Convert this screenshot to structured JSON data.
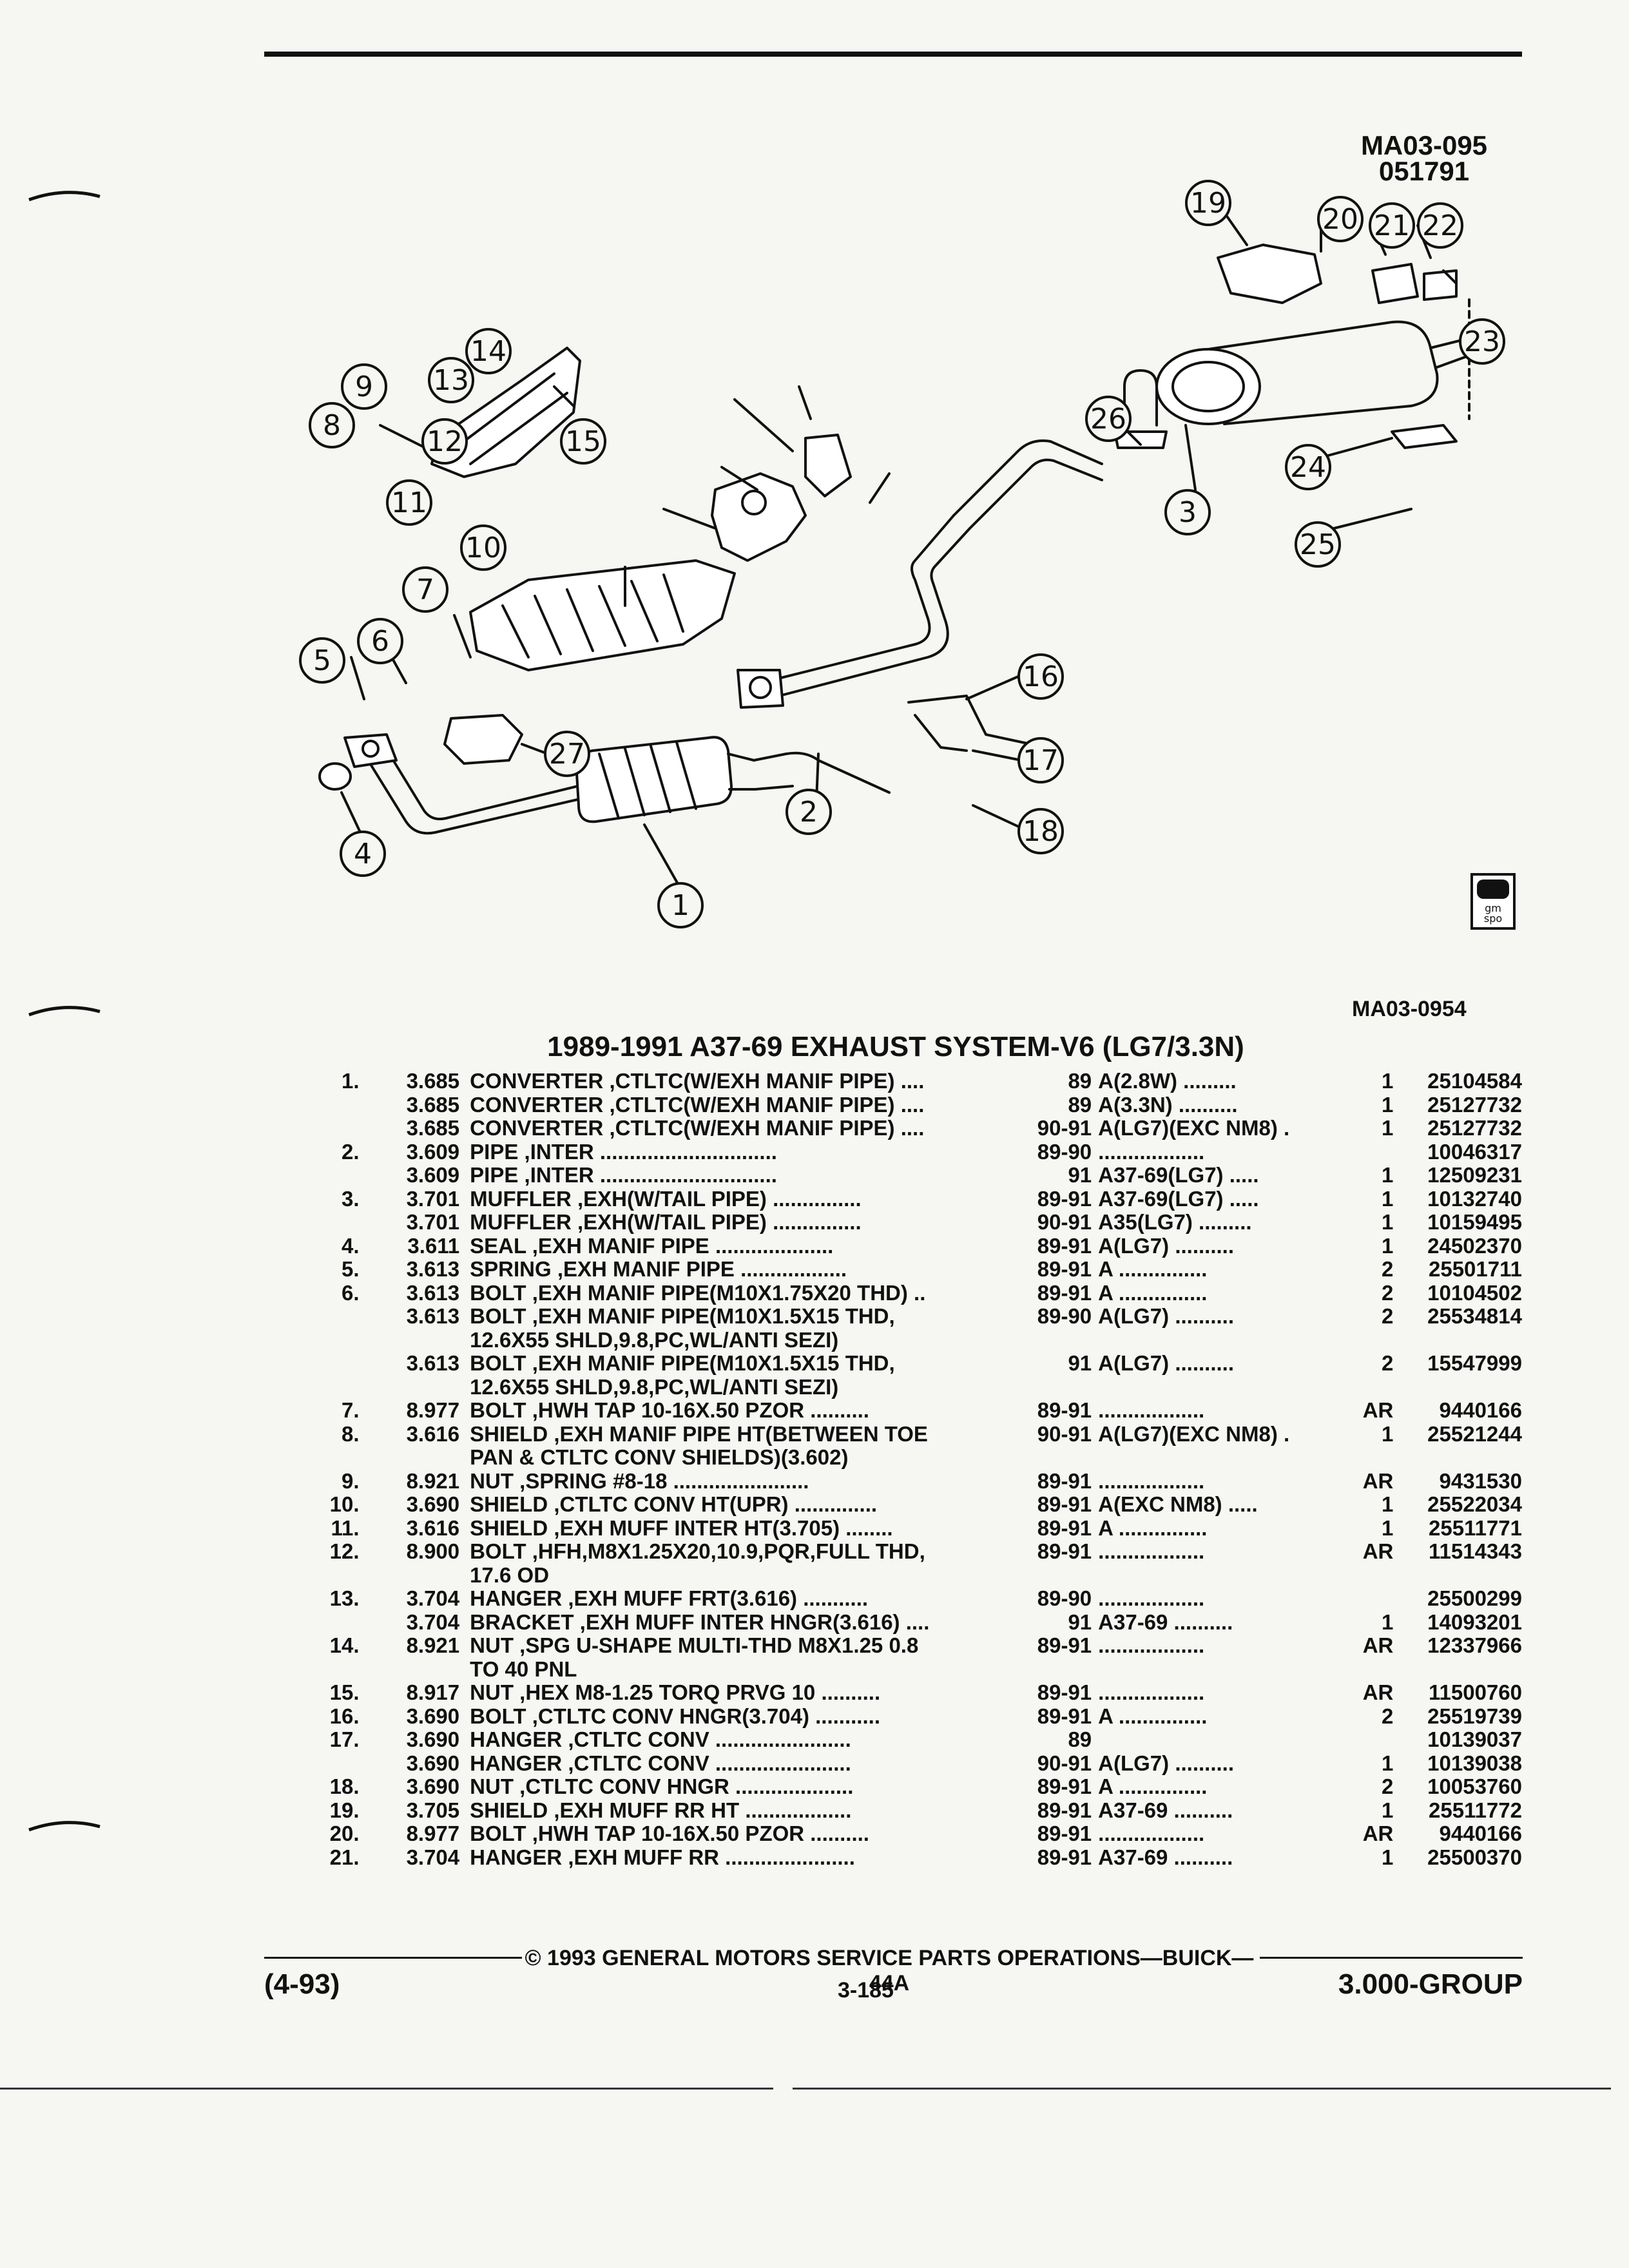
{
  "diagram": {
    "code": "MA03-095",
    "date": "051791",
    "figure_code": "MA03-0954",
    "callouts": [
      "1",
      "2",
      "3",
      "4",
      "5",
      "6",
      "7",
      "8",
      "9",
      "10",
      "11",
      "12",
      "13",
      "14",
      "15",
      "16",
      "17",
      "18",
      "19",
      "20",
      "21",
      "22",
      "23",
      "24",
      "25",
      "26",
      "27"
    ],
    "logo_text": "gm spo"
  },
  "title": "1989-1991 A37-69 EXHAUST SYSTEM-V6 (LG7/3.3N)",
  "parts": [
    {
      "item": "1.",
      "group": "3.685",
      "name": "CONVERTER",
      "desc": ",CTLTC(W/EXH MANIF PIPE) ....",
      "years": "89",
      "app": "A(2.8W) .........",
      "qty": "1",
      "part_no": "25104584"
    },
    {
      "item": "",
      "group": "3.685",
      "name": "CONVERTER",
      "desc": ",CTLTC(W/EXH MANIF PIPE) ....",
      "years": "89",
      "app": "A(3.3N) ..........",
      "qty": "1",
      "part_no": "25127732"
    },
    {
      "item": "",
      "group": "3.685",
      "name": "CONVERTER",
      "desc": ",CTLTC(W/EXH MANIF PIPE) ....",
      "years": "90-91",
      "app": "A(LG7)(EXC NM8) .",
      "qty": "1",
      "part_no": "25127732"
    },
    {
      "item": "2.",
      "group": "3.609",
      "name": "PIPE",
      "desc": ",INTER ..............................",
      "years": "89-90",
      "app": "..................",
      "qty": "",
      "part_no": "10046317"
    },
    {
      "item": "",
      "group": "3.609",
      "name": "PIPE",
      "desc": ",INTER ..............................",
      "years": "91",
      "app": "A37-69(LG7) .....",
      "qty": "1",
      "part_no": "12509231"
    },
    {
      "item": "3.",
      "group": "3.701",
      "name": "MUFFLER",
      "desc": ",EXH(W/TAIL PIPE) ...............",
      "years": "89-91",
      "app": "A37-69(LG7) .....",
      "qty": "1",
      "part_no": "10132740"
    },
    {
      "item": "",
      "group": "3.701",
      "name": "MUFFLER",
      "desc": ",EXH(W/TAIL PIPE) ...............",
      "years": "90-91",
      "app": "A35(LG7) .........",
      "qty": "1",
      "part_no": "10159495"
    },
    {
      "item": "4.",
      "group": "3.611",
      "name": "SEAL",
      "desc": ",EXH MANIF PIPE ....................",
      "years": "89-91",
      "app": "A(LG7) ..........",
      "qty": "1",
      "part_no": "24502370"
    },
    {
      "item": "5.",
      "group": "3.613",
      "name": "SPRING",
      "desc": ",EXH MANIF PIPE ..................",
      "years": "89-91",
      "app": "A ...............",
      "qty": "2",
      "part_no": "25501711"
    },
    {
      "item": "6.",
      "group": "3.613",
      "name": "BOLT",
      "desc": ",EXH MANIF PIPE(M10X1.75X20 THD) ..",
      "years": "89-91",
      "app": "A ...............",
      "qty": "2",
      "part_no": "10104502"
    },
    {
      "item": "",
      "group": "3.613",
      "name": "BOLT",
      "desc": ",EXH MANIF PIPE(M10X1.5X15 THD,",
      "desc2": "12.6X55 SHLD,9.8,PC,WL/ANTI SEZI)",
      "years": "89-90",
      "app": "A(LG7) ..........",
      "qty": "2",
      "part_no": "25534814"
    },
    {
      "item": "",
      "group": "3.613",
      "name": "BOLT",
      "desc": ",EXH MANIF PIPE(M10X1.5X15 THD,",
      "desc2": "12.6X55 SHLD,9.8,PC,WL/ANTI SEZI)",
      "years": "91",
      "app": "A(LG7) ..........",
      "qty": "2",
      "part_no": "15547999"
    },
    {
      "item": "7.",
      "group": "8.977",
      "name": "BOLT",
      "desc": ",HWH TAP 10-16X.50 PZOR ..........",
      "years": "89-91",
      "app": "..................",
      "qty": "AR",
      "part_no": "9440166"
    },
    {
      "item": "8.",
      "group": "3.616",
      "name": "SHIELD",
      "desc": ",EXH MANIF PIPE HT(BETWEEN TOE",
      "desc2": "PAN & CTLTC CONV SHIELDS)(3.602)",
      "years": "90-91",
      "app": "A(LG7)(EXC NM8) .",
      "qty": "1",
      "part_no": "25521244"
    },
    {
      "item": "9.",
      "group": "8.921",
      "name": "NUT",
      "desc": ",SPRING #8-18 .......................",
      "years": "89-91",
      "app": "..................",
      "qty": "AR",
      "part_no": "9431530"
    },
    {
      "item": "10.",
      "group": "3.690",
      "name": "SHIELD",
      "desc": ",CTLTC CONV HT(UPR) ..............",
      "years": "89-91",
      "app": "A(EXC NM8) .....",
      "qty": "1",
      "part_no": "25522034"
    },
    {
      "item": "11.",
      "group": "3.616",
      "name": "SHIELD",
      "desc": ",EXH MUFF INTER HT(3.705) ........",
      "years": "89-91",
      "app": "A ...............",
      "qty": "1",
      "part_no": "25511771"
    },
    {
      "item": "12.",
      "group": "8.900",
      "name": "BOLT",
      "desc": ",HFH,M8X1.25X20,10.9,PQR,FULL THD,",
      "desc2": "17.6 OD",
      "years": "89-91",
      "app": "..................",
      "qty": "AR",
      "part_no": "11514343"
    },
    {
      "item": "13.",
      "group": "3.704",
      "name": "HANGER",
      "desc": ",EXH MUFF FRT(3.616) ...........",
      "years": "89-90",
      "app": "..................",
      "qty": "",
      "part_no": "25500299"
    },
    {
      "item": "",
      "group": "3.704",
      "name": "BRACKET",
      "desc": ",EXH MUFF INTER HNGR(3.616) ....",
      "years": "91",
      "app": "A37-69 ..........",
      "qty": "1",
      "part_no": "14093201"
    },
    {
      "item": "14.",
      "group": "8.921",
      "name": "NUT",
      "desc": ",SPG U-SHAPE MULTI-THD M8X1.25 0.8",
      "desc2": "TO 40 PNL",
      "years": "89-91",
      "app": "..................",
      "qty": "AR",
      "part_no": "12337966"
    },
    {
      "item": "15.",
      "group": "8.917",
      "name": "NUT",
      "desc": ",HEX M8-1.25 TORQ PRVG 10 ..........",
      "years": "89-91",
      "app": "..................",
      "qty": "AR",
      "part_no": "11500760"
    },
    {
      "item": "16.",
      "group": "3.690",
      "name": "BOLT",
      "desc": ",CTLTC CONV HNGR(3.704) ...........",
      "years": "89-91",
      "app": "A ...............",
      "qty": "2",
      "part_no": "25519739"
    },
    {
      "item": "17.",
      "group": "3.690",
      "name": "HANGER",
      "desc": ",CTLTC CONV .......................",
      "years": "89",
      "app": "",
      "qty": "",
      "part_no": "10139037"
    },
    {
      "item": "",
      "group": "3.690",
      "name": "HANGER",
      "desc": ",CTLTC CONV .......................",
      "years": "90-91",
      "app": "A(LG7) ..........",
      "qty": "1",
      "part_no": "10139038"
    },
    {
      "item": "18.",
      "group": "3.690",
      "name": "NUT",
      "desc": ",CTLTC CONV HNGR ....................",
      "years": "89-91",
      "app": "A ...............",
      "qty": "2",
      "part_no": "10053760"
    },
    {
      "item": "19.",
      "group": "3.705",
      "name": "SHIELD",
      "desc": ",EXH MUFF RR HT ..................",
      "years": "89-91",
      "app": "A37-69 ..........",
      "qty": "1",
      "part_no": "25511772"
    },
    {
      "item": "20.",
      "group": "8.977",
      "name": "BOLT",
      "desc": ",HWH TAP 10-16X.50 PZOR ..........",
      "years": "89-91",
      "app": "..................",
      "qty": "AR",
      "part_no": "9440166"
    },
    {
      "item": "21.",
      "group": "3.704",
      "name": "HANGER",
      "desc": ",EXH MUFF RR ......................",
      "years": "89-91",
      "app": "A37-69 ..........",
      "qty": "1",
      "part_no": "25500370"
    }
  ],
  "footer": {
    "copyright": "© 1993 GENERAL MOTORS SERVICE PARTS OPERATIONS—BUICK—44A",
    "revision": "(4-93)",
    "page": "3-185",
    "group": "3.000-GROUP"
  }
}
